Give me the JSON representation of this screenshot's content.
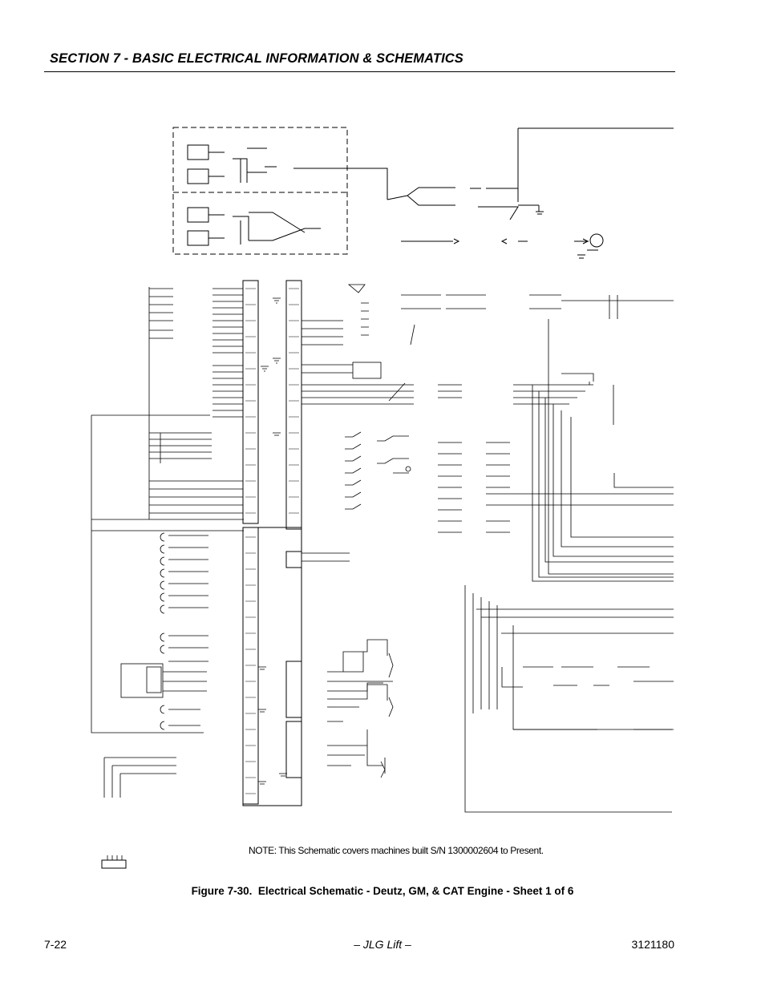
{
  "header": {
    "section_title": "SECTION 7 - BASIC ELECTRICAL INFORMATION & SCHEMATICS"
  },
  "figure": {
    "note": "NOTE: This Schematic covers machines built S/N 1300002604 to Present.",
    "caption": "Figure 7-30.  Electrical Schematic - Deutz, GM, & CAT Engine - Sheet 1 of 6"
  },
  "footer": {
    "page_number": "7-22",
    "publisher": "– JLG Lift –",
    "document_number": "3121180"
  }
}
